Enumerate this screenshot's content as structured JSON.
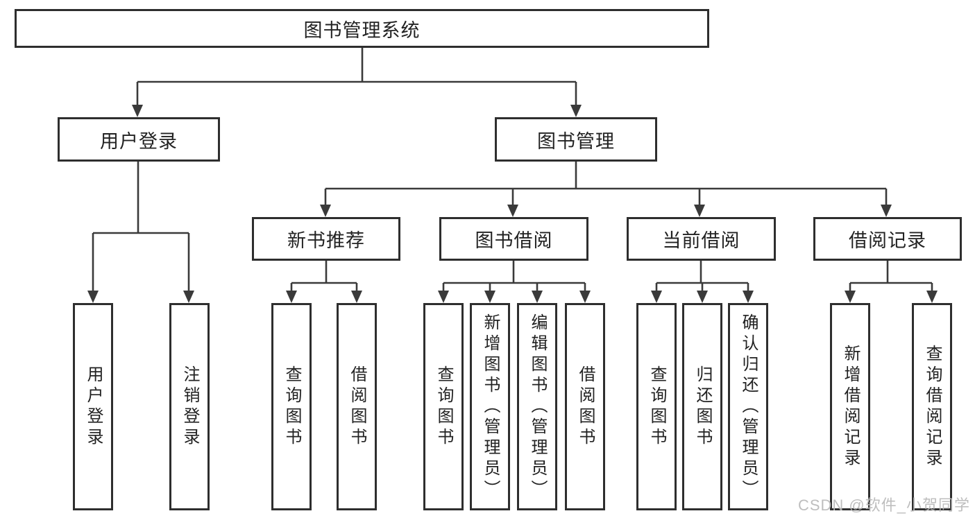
{
  "diagram": {
    "root": {
      "label": "图书管理系统"
    },
    "level2": [
      {
        "label": "用户登录"
      },
      {
        "label": "图书管理"
      }
    ],
    "level3": [
      {
        "label": "新书推荐"
      },
      {
        "label": "图书借阅"
      },
      {
        "label": "当前借阅"
      },
      {
        "label": "借阅记录"
      }
    ],
    "leaves": [
      {
        "label": "用户登录"
      },
      {
        "label": "注销登录"
      },
      {
        "label": "查询图书"
      },
      {
        "label": "借阅图书"
      },
      {
        "label": "查询图书"
      },
      {
        "label": "新增图书（管理员）"
      },
      {
        "label": "编辑图书（管理员）"
      },
      {
        "label": "借阅图书"
      },
      {
        "label": "查询图书"
      },
      {
        "label": "归还图书"
      },
      {
        "label": "确认归还（管理员）"
      },
      {
        "label": "新增借阅记录"
      },
      {
        "label": "查询借阅记录"
      }
    ],
    "watermark": "CSDN @软件_小贺同学",
    "colors": {
      "line": "#3a3a3a",
      "border": "#2e2e2e",
      "text": "#222222",
      "watermark": "#b9b9b9",
      "background": "#ffffff"
    }
  }
}
